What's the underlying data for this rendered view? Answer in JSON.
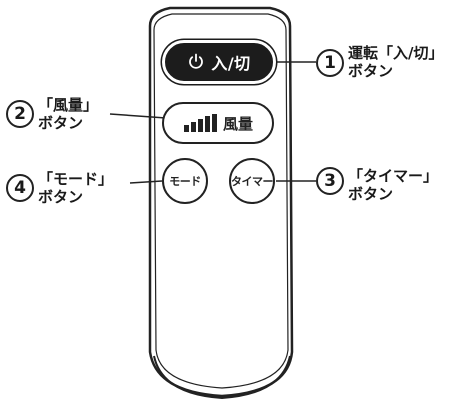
{
  "remote": {
    "power_button_label": "入/切",
    "airflow_button_label": "風量",
    "mode_button_label": "モード",
    "timer_button_label": "タイマー"
  },
  "callouts": [
    {
      "number": "1",
      "line1": "運転「入/切」",
      "line2": "ボタン"
    },
    {
      "number": "2",
      "line1": "「風量」",
      "line2": "ボタン"
    },
    {
      "number": "3",
      "line1": "「タイマー」",
      "line2": "ボタン"
    },
    {
      "number": "4",
      "line1": "「モード」",
      "line2": "ボタン"
    }
  ],
  "colors": {
    "outline": "#222222",
    "power_button": "#1c1c1c"
  }
}
